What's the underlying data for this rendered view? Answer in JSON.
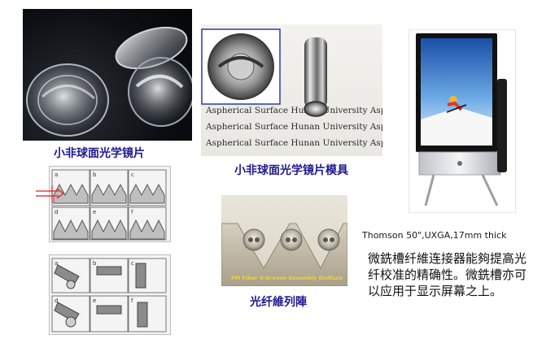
{
  "captions": {
    "lens": "小非球面光学镜片",
    "mold": "小非球面光学镜片模具",
    "fiber_array": "光纤維列陣",
    "tv": "Thomson 50\",UXGA,17mm thick"
  },
  "mold_image_text": [
    "Aspherical Surface Hunan University Aspheric",
    "Aspherical Surface Hunan University Aspl",
    "Aspherical Surface Hunan University Aspl"
  ],
  "vgroove_label": "PM Fiber V-Groove Assembly Endface",
  "description": "微銑槽纤維连接器能夠提高光纤校准的精确性。微銑槽亦可以应用于显示屏幕之上。",
  "diagram_labels_top": [
    "a",
    "b",
    "c",
    "d",
    "e",
    "f"
  ],
  "diagram_labels_bottom": [
    "a",
    "b",
    "c",
    "d",
    "e",
    "f"
  ],
  "colors": {
    "caption_blue": "#1f1a8f",
    "mold_highlight_border": "#2b3aa8",
    "vgroove_label": "#f0d23a"
  }
}
